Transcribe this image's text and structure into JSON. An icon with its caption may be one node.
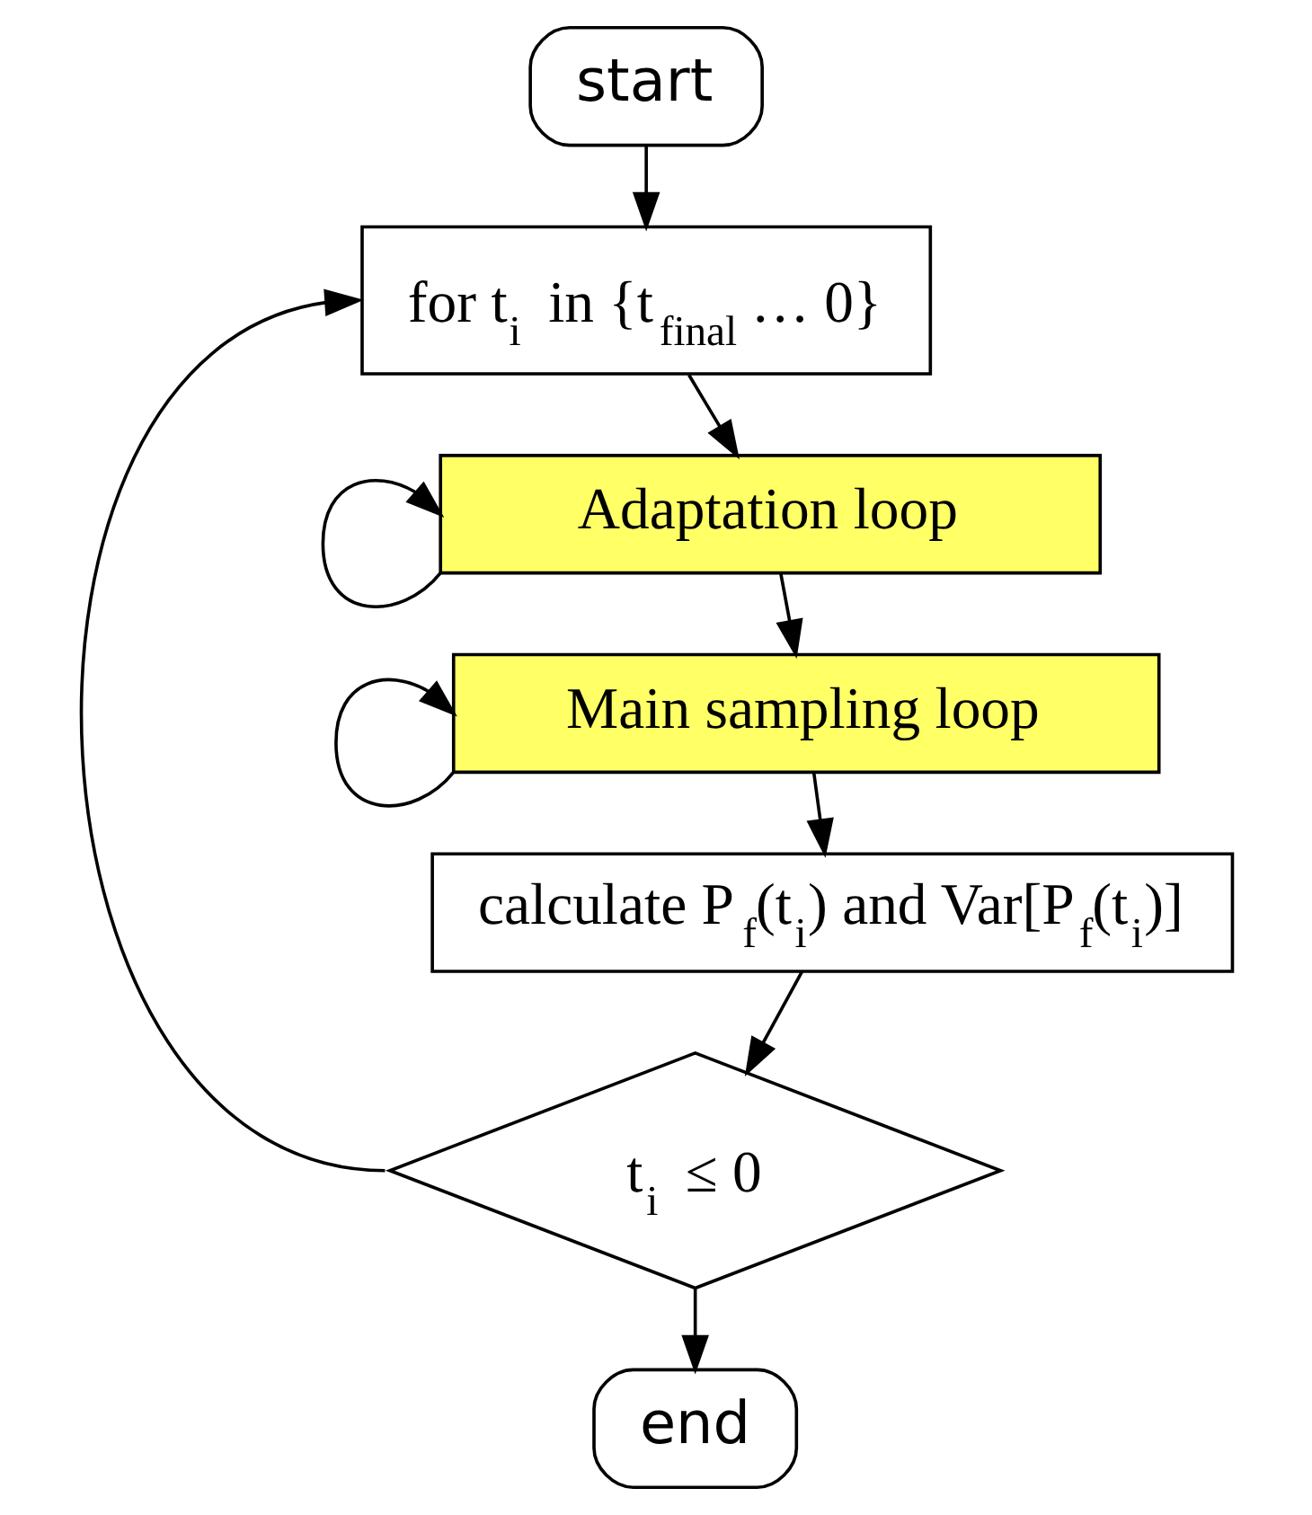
{
  "diagram": {
    "nodes": [
      {
        "text": [
          "start"
        ]
      },
      {
        "text": [
          "for t$_{i}$ in {t$_{final}$ … 0}"
        ]
      },
      {
        "text": [
          "Adaptation loop"
        ]
      },
      {
        "text": [
          "Main sampling loop"
        ]
      },
      {
        "text": [
          "calculate P$_{f}$(t$_{i}$) and Var[P$_{f}$(t$_{i}$)]"
        ]
      },
      {
        "text": [
          "t$_{i}$ ≤ 0"
        ]
      },
      {
        "text": [
          "end"
        ]
      }
    ],
    "edges": [
      {
        "from": 0,
        "to": 1,
        "arrow": "to"
      },
      {
        "from": 1,
        "to": 2,
        "arrow": "to"
      },
      {
        "from": 2,
        "to": 2,
        "arrow": "to"
      },
      {
        "from": 2,
        "to": 3,
        "arrow": "to"
      },
      {
        "from": 3,
        "to": 3,
        "arrow": "to"
      },
      {
        "from": 3,
        "to": 4,
        "arrow": "to"
      },
      {
        "from": 4,
        "to": 5,
        "arrow": "to"
      },
      {
        "from": 5,
        "to": 1,
        "arrow": "to"
      },
      {
        "from": 5,
        "to": 6,
        "arrow": "to"
      }
    ]
  }
}
